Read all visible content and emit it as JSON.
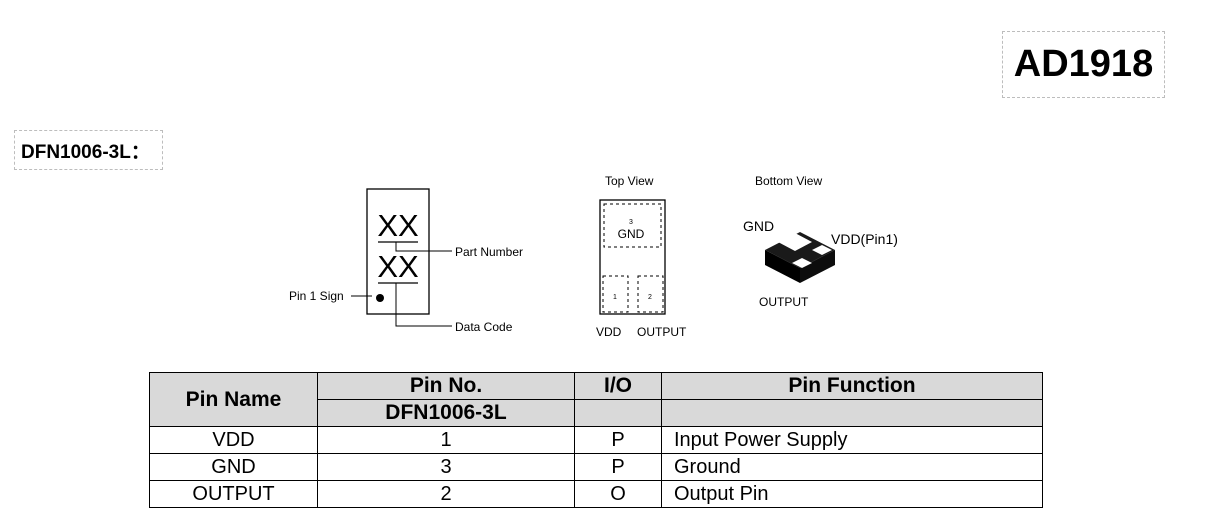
{
  "header": {
    "part_number": "AD1918"
  },
  "package_label": "DFN1006-3L：",
  "marking_diagram": {
    "mark_line1": "XX",
    "mark_line2": "XX",
    "part_number_label": "Part Number",
    "data_code_label": "Data Code",
    "pin1_sign_label": "Pin 1 Sign"
  },
  "top_view": {
    "title": "Top View",
    "pad3_number": "3",
    "pad3_name": "GND",
    "pad1_number": "1",
    "pad2_number": "2",
    "pin_vdd": "VDD",
    "pin_output": "OUTPUT"
  },
  "bottom_view": {
    "title": "Bottom View",
    "gnd_label": "GND",
    "vdd_label": "VDD(Pin1)",
    "output_label": "OUTPUT"
  },
  "pin_table": {
    "headers": {
      "pin_name": "Pin Name",
      "pin_no": "Pin No.",
      "pin_no_sub": "DFN1006-3L",
      "io": "I/O",
      "function": "Pin Function"
    },
    "rows": [
      {
        "name": "VDD",
        "no": "1",
        "io": "P",
        "function": "Input Power Supply"
      },
      {
        "name": "GND",
        "no": "3",
        "io": "P",
        "function": "Ground"
      },
      {
        "name": "OUTPUT",
        "no": "2",
        "io": "O",
        "function": "Output Pin"
      }
    ]
  }
}
